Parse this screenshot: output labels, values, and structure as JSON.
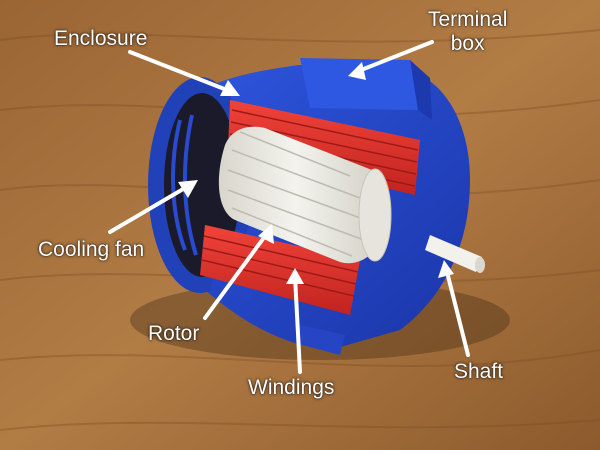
{
  "labels": {
    "enclosure": "Enclosure",
    "terminal_box_line1": "Terminal",
    "terminal_box_line2": "box",
    "cooling_fan": "Cooling fan",
    "rotor": "Rotor",
    "windings": "Windings",
    "shaft": "Shaft"
  },
  "colors": {
    "table_wood": "#a8743f",
    "enclosure_blue": "#2447c8",
    "winding_red": "#e2302b",
    "rotor_white": "#ecebe4",
    "label_text": "#ffffff"
  }
}
